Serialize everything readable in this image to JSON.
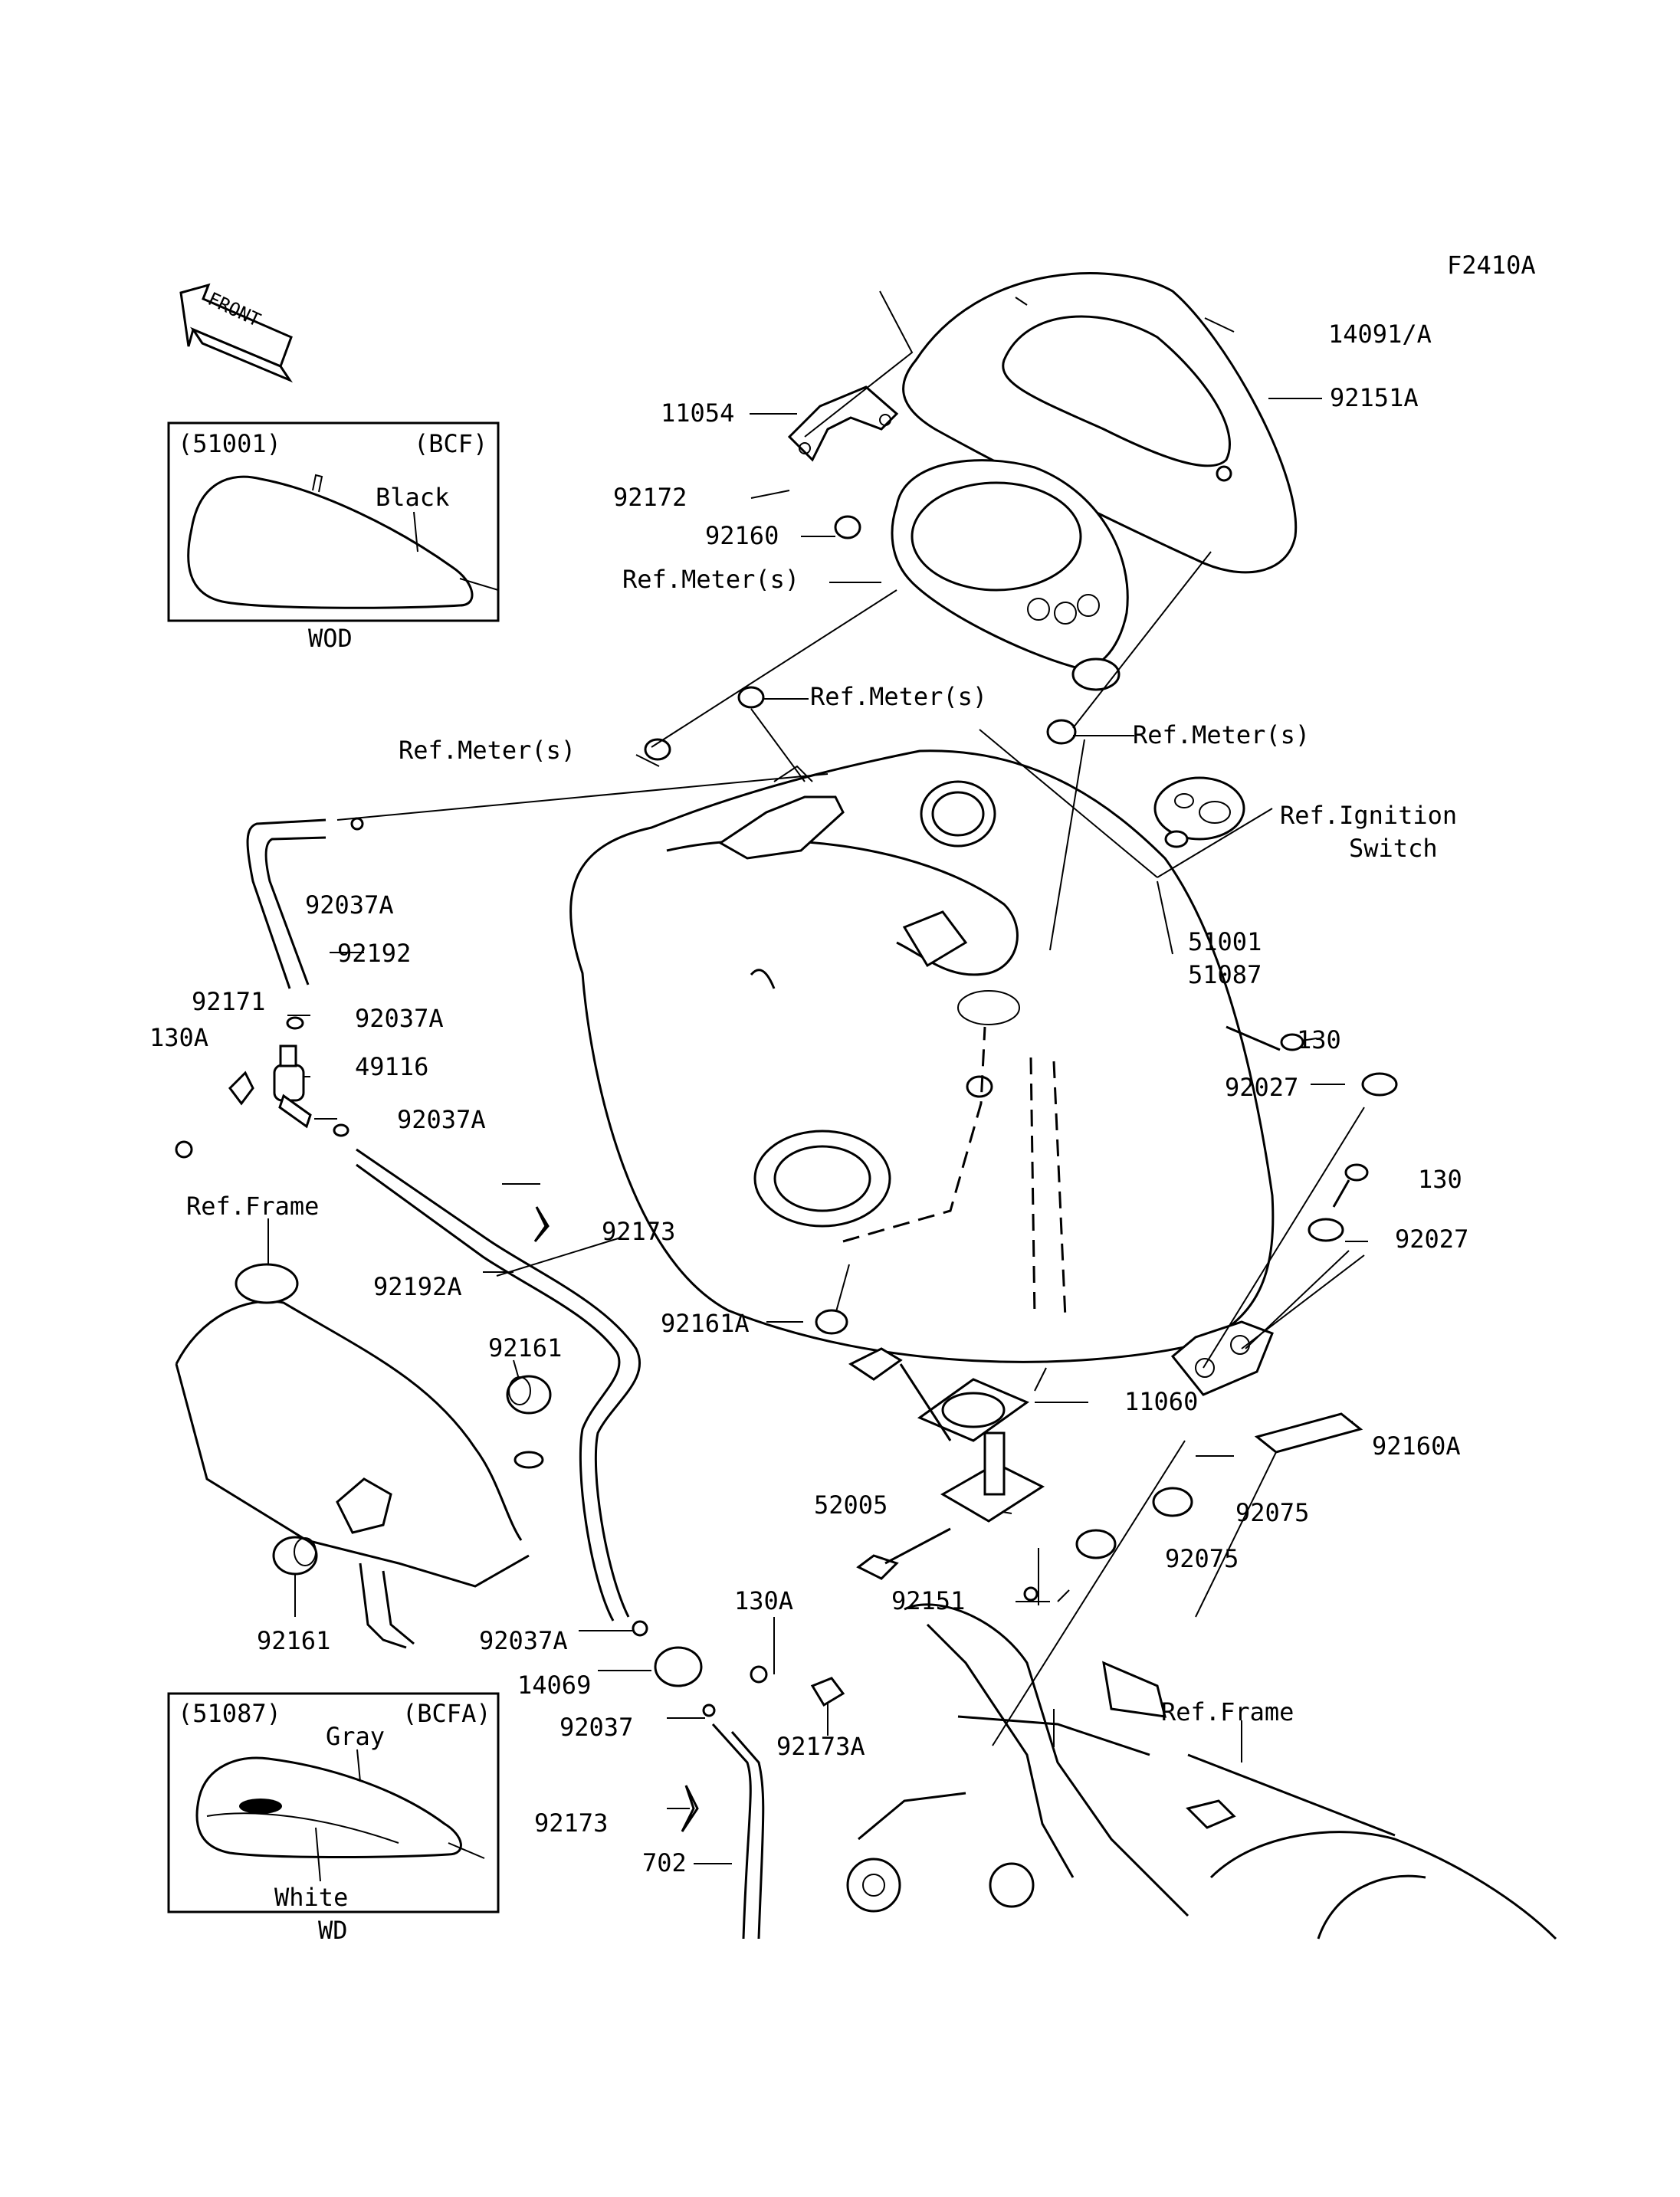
{
  "figure_code": "F2410A",
  "front_arrow": "FRONT",
  "inset_black": {
    "part": "(51001)",
    "code": "(BCF)",
    "color": "Black",
    "model": "WOD"
  },
  "inset_gray": {
    "part": "(51087)",
    "code": "(BCFA)",
    "color1": "Gray",
    "color2": "White",
    "model": "WD"
  },
  "labels": {
    "p14091A": "14091/A",
    "p92151A": "92151A",
    "p11054": "11054",
    "p92172": "92172",
    "p92160": "92160",
    "refMeter1": "Ref.Meter(s)",
    "refMeter2": "Ref.Meter(s)",
    "refMeter3": "Ref.Meter(s)",
    "refMeter4": "Ref.Meter(s)",
    "refIgn1": "Ref.Ignition",
    "refIgn2": "Switch",
    "p92037A_1": "92037A",
    "p92192": "92192",
    "p92171": "92171",
    "p130A_1": "130A",
    "p92037A_2": "92037A",
    "p49116": "49116",
    "p92037A_3": "92037A",
    "p51001": "51001",
    "p51087": "51087",
    "p130_1": "130",
    "p92027_1": "92027",
    "p130_2": "130",
    "p92027_2": "92027",
    "refFrame1": "Ref.Frame",
    "p92173_1": "92173",
    "p92192A": "92192A",
    "p92161A": "92161A",
    "p92161_1": "92161",
    "p11060": "11060",
    "p92160A": "92160A",
    "p52005": "52005",
    "p92075_1": "92075",
    "p92075_2": "92075",
    "p92151": "92151",
    "p92161_2": "92161",
    "p92037A_4": "92037A",
    "p130A_2": "130A",
    "p14069": "14069",
    "p92037": "92037",
    "p92173A": "92173A",
    "refFrame2": "Ref.Frame",
    "p92173_2": "92173",
    "p702": "702"
  }
}
